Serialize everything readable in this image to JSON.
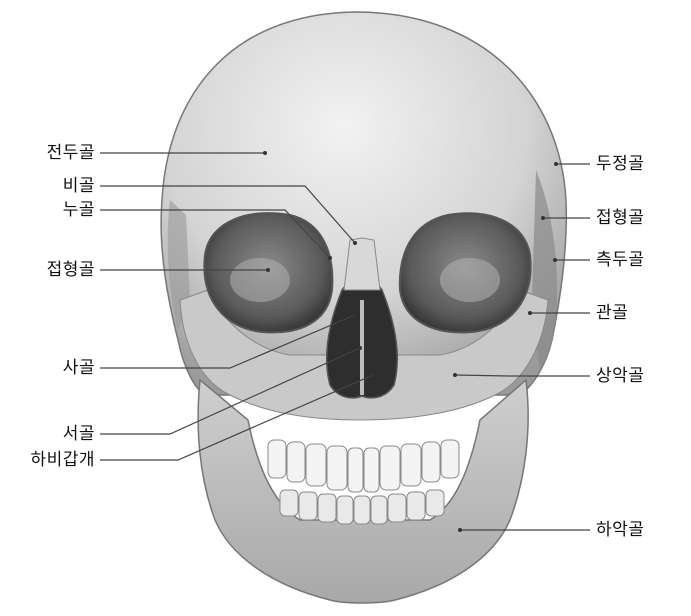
{
  "labels": {
    "frontal": "전두골",
    "nasal": "비골",
    "lacrimal": "누골",
    "sphenoid_left": "접형골",
    "ethmoid": "사골",
    "vomer": "서골",
    "inferior_concha": "하비갑개",
    "parietal": "두정골",
    "sphenoid_right": "접형골",
    "temporal": "측두골",
    "zygomatic": "관골",
    "maxilla": "상악골",
    "mandible": "하악골"
  },
  "colors": {
    "leader_line": "#444444",
    "bone": "#d9d9d9",
    "bone_shadow": "#8c8c8c",
    "orbit": "#3a3a3a"
  }
}
